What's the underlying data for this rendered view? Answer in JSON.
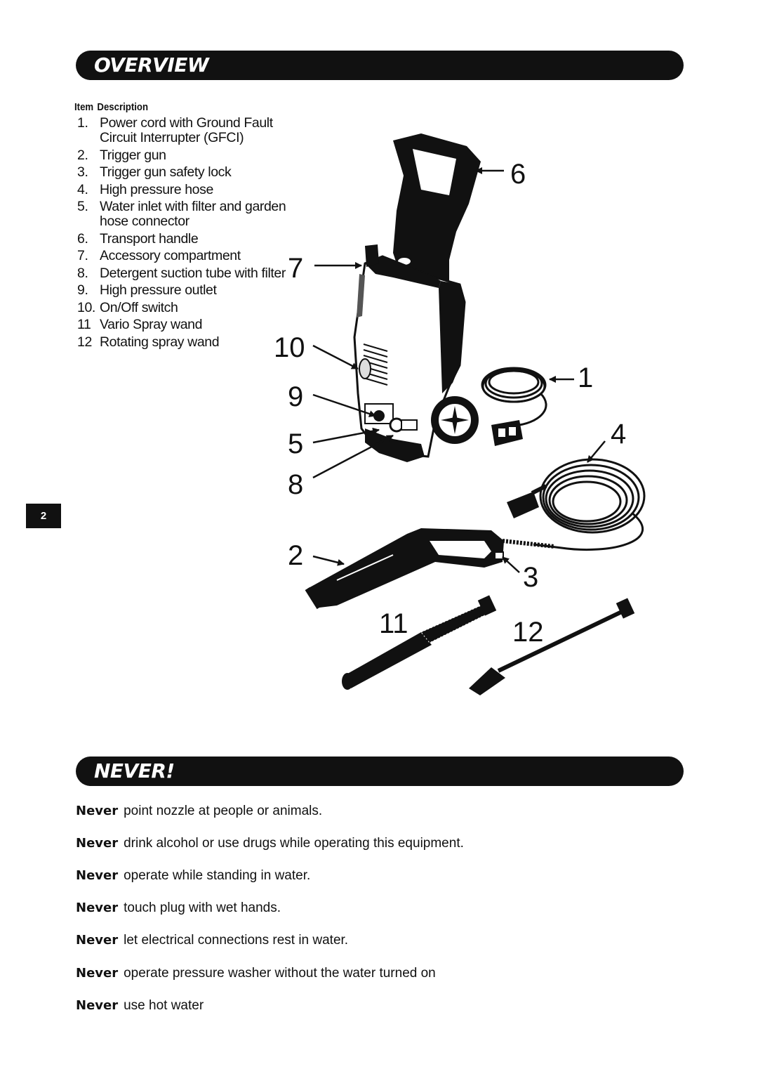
{
  "overview": {
    "title": "OVERVIEW"
  },
  "item_header": {
    "item": "Item",
    "description": "Description"
  },
  "items": [
    {
      "num": "1.",
      "desc": "Power cord with Ground Fault Circuit Interrupter (GFCI)"
    },
    {
      "num": "2.",
      "desc": "Trigger gun"
    },
    {
      "num": "3.",
      "desc": "Trigger gun safety lock"
    },
    {
      "num": "4.",
      "desc": "High pressure hose"
    },
    {
      "num": "5.",
      "desc": "Water inlet with filter and garden hose connector"
    },
    {
      "num": "6.",
      "desc": "Transport handle"
    },
    {
      "num": "7.",
      "desc": "Accessory compartment"
    },
    {
      "num": "8.",
      "desc": "Detergent suction tube with filter"
    },
    {
      "num": "9.",
      "desc": "High pressure outlet"
    },
    {
      "num": "10.",
      "desc": "On/Off switch"
    },
    {
      "num": "11",
      "desc": "Vario Spray wand"
    },
    {
      "num": "12",
      "desc": "Rotating spray wand"
    }
  ],
  "callouts": {
    "c1": "1",
    "c2": "2",
    "c3": "3",
    "c4": "4",
    "c5": "5",
    "c6": "6",
    "c7": "7",
    "c8": "8",
    "c9": "9",
    "c10": "10",
    "c11": "11",
    "c12": "12"
  },
  "page_number": "2",
  "never": {
    "title": "NEVER!",
    "keyword": "Never",
    "rules": [
      "point nozzle at people or animals.",
      "drink alcohol or use drugs while operating this equipment.",
      "operate while standing in water.",
      "touch plug with wet hands.",
      "let electrical connections rest in water.",
      "operate pressure washer without the water turned on",
      "use hot water"
    ]
  }
}
